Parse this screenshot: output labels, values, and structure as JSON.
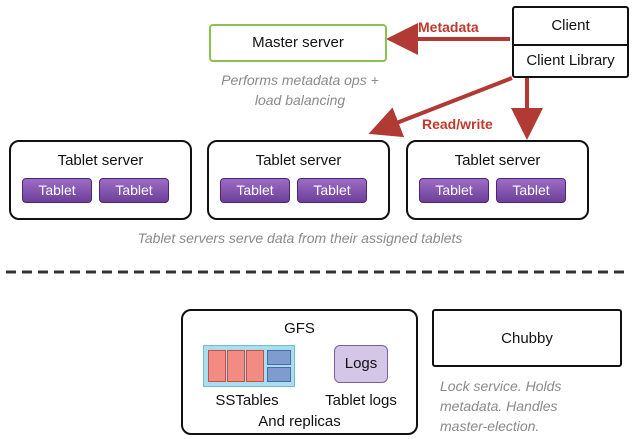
{
  "client": {
    "title": "Client",
    "library": "Client Library"
  },
  "master": {
    "title": "Master server",
    "caption": [
      "Performs metadata ops +",
      "load balancing"
    ]
  },
  "arrows": {
    "metadata": "Metadata",
    "readwrite": "Read/write"
  },
  "tablet_servers": [
    {
      "title": "Tablet server",
      "tablets": [
        "Tablet",
        "Tablet"
      ]
    },
    {
      "title": "Tablet server",
      "tablets": [
        "Tablet",
        "Tablet"
      ]
    },
    {
      "title": "Tablet server",
      "tablets": [
        "Tablet",
        "Tablet"
      ]
    }
  ],
  "tablet_caption": "Tablet servers serve data from their assigned tablets",
  "gfs": {
    "title": "GFS",
    "sstables": "SSTables",
    "logs": "Logs",
    "tablet_logs": "Tablet logs",
    "replicas": "And replicas"
  },
  "chubby": {
    "title": "Chubby",
    "caption": [
      "Lock service. Holds",
      "metadata. Handles",
      "master-election."
    ]
  },
  "colors": {
    "arrow": "#c0392b",
    "master_border": "#8cc152",
    "tablet": "#7b4aa8",
    "sstable": "#f28b82",
    "gfs_panel": "#a8dff0"
  }
}
